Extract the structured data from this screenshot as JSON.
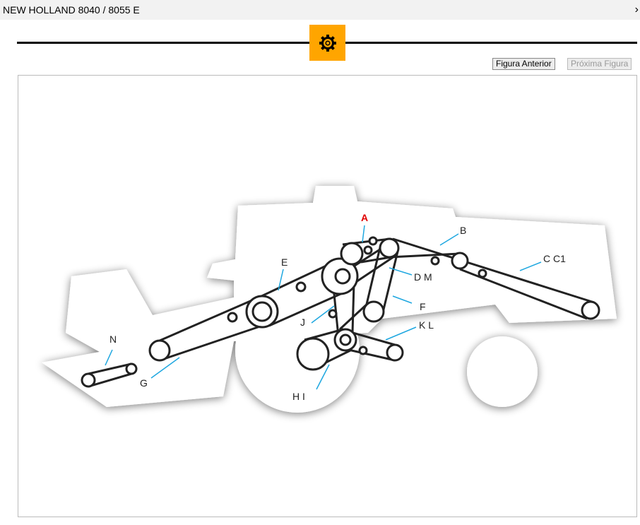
{
  "window": {
    "title": "NEW HOLLAND 8040 / 8055 E",
    "chevron": "›"
  },
  "toolbar": {
    "icon": "gear-icon",
    "prev_label": "Figura Anterior",
    "next_label": "Próxima Figura"
  },
  "diagram": {
    "colors": {
      "belt": "#222222",
      "arrow": "#1ea7e0",
      "highlight": "#e00000"
    },
    "labels": {
      "A": "A",
      "B": "B",
      "C": "C C1",
      "D": "D M",
      "E": "E",
      "F": "F",
      "G": "G",
      "HI": "H I",
      "J": "J",
      "KL": "K L",
      "N": "N"
    }
  }
}
